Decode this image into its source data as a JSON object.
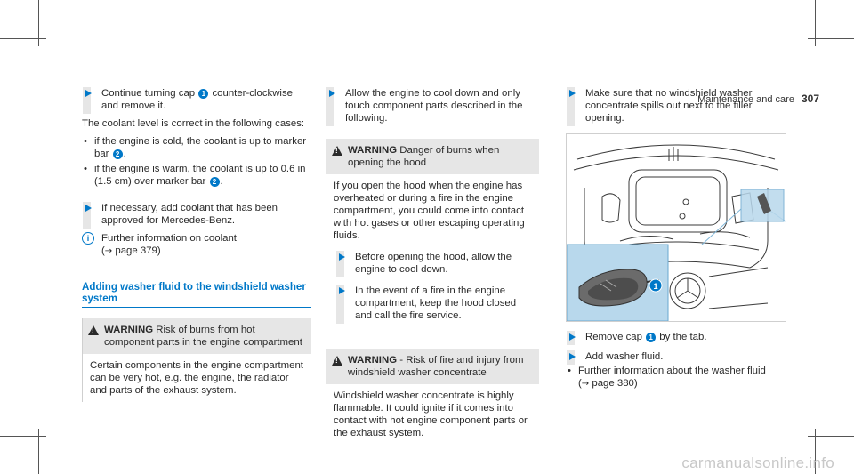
{
  "header": {
    "section_title": "Maintenance and care",
    "page_number": "307"
  },
  "col1": {
    "step1": {
      "text_a": "Continue turning cap",
      "num": "1",
      "text_b": "counter-clockwise and remove it."
    },
    "coolant_intro": "The coolant level is correct in the following cases:",
    "bullet1": {
      "text_a": "if the engine is cold, the coolant is up to marker bar",
      "num": "2",
      "text_b": "."
    },
    "bullet2": {
      "text_a": "if the engine is warm, the coolant is up to 0.6 in (1.5 cm) over marker bar",
      "num": "2",
      "text_b": "."
    },
    "step2": "If necessary, add coolant that has been approved for Mercedes-Benz.",
    "info": {
      "text": "Further information on coolant",
      "link": "page 379"
    },
    "subheading": "Adding washer fluid to the windshield washer system",
    "warning": {
      "label": "WARNING",
      "title": "Risk of burns from hot component parts in the engine compartment",
      "body": "Certain components in the engine compartment can be very hot, e.g. the engine, the radiator and parts of the exhaust system."
    }
  },
  "col2": {
    "step1": "Allow the engine to cool down and only touch component parts described in the following.",
    "warning1": {
      "label": "WARNING",
      "title": "Danger of burns when opening the hood",
      "body": "If you open the hood when the engine has overheated or during a fire in the engine compartment, you could come into contact with hot gases or other escaping operating fluids.",
      "step_a": "Before opening the hood, allow the engine to cool down.",
      "step_b": "In the event of a fire in the engine compartment, keep the hood closed and call the fire service."
    },
    "warning2": {
      "label": "WARNING",
      "title": "- Risk of fire and injury from windshield washer concentrate",
      "body": "Windshield washer concentrate is highly flammable. It could ignite if it comes into contact with hot engine component parts or the exhaust system."
    }
  },
  "col3": {
    "step1": "Make sure that no windshield washer concentrate spills out next to the filler opening.",
    "figure": {
      "callout": "1"
    },
    "step2": {
      "text_a": "Remove cap",
      "num": "1",
      "text_b": "by the tab."
    },
    "step3": "Add washer fluid.",
    "bullet": {
      "text": "Further information about the washer fluid",
      "link": "page 380"
    }
  },
  "watermark": "carmanualsonline.info",
  "colors": {
    "accent": "#0078c8",
    "panel": "#e6e6e6",
    "inset": "#b8d8ec"
  },
  "icons": [
    "step-arrow-icon",
    "info-icon",
    "warning-icon",
    "link-arrow-icon"
  ]
}
